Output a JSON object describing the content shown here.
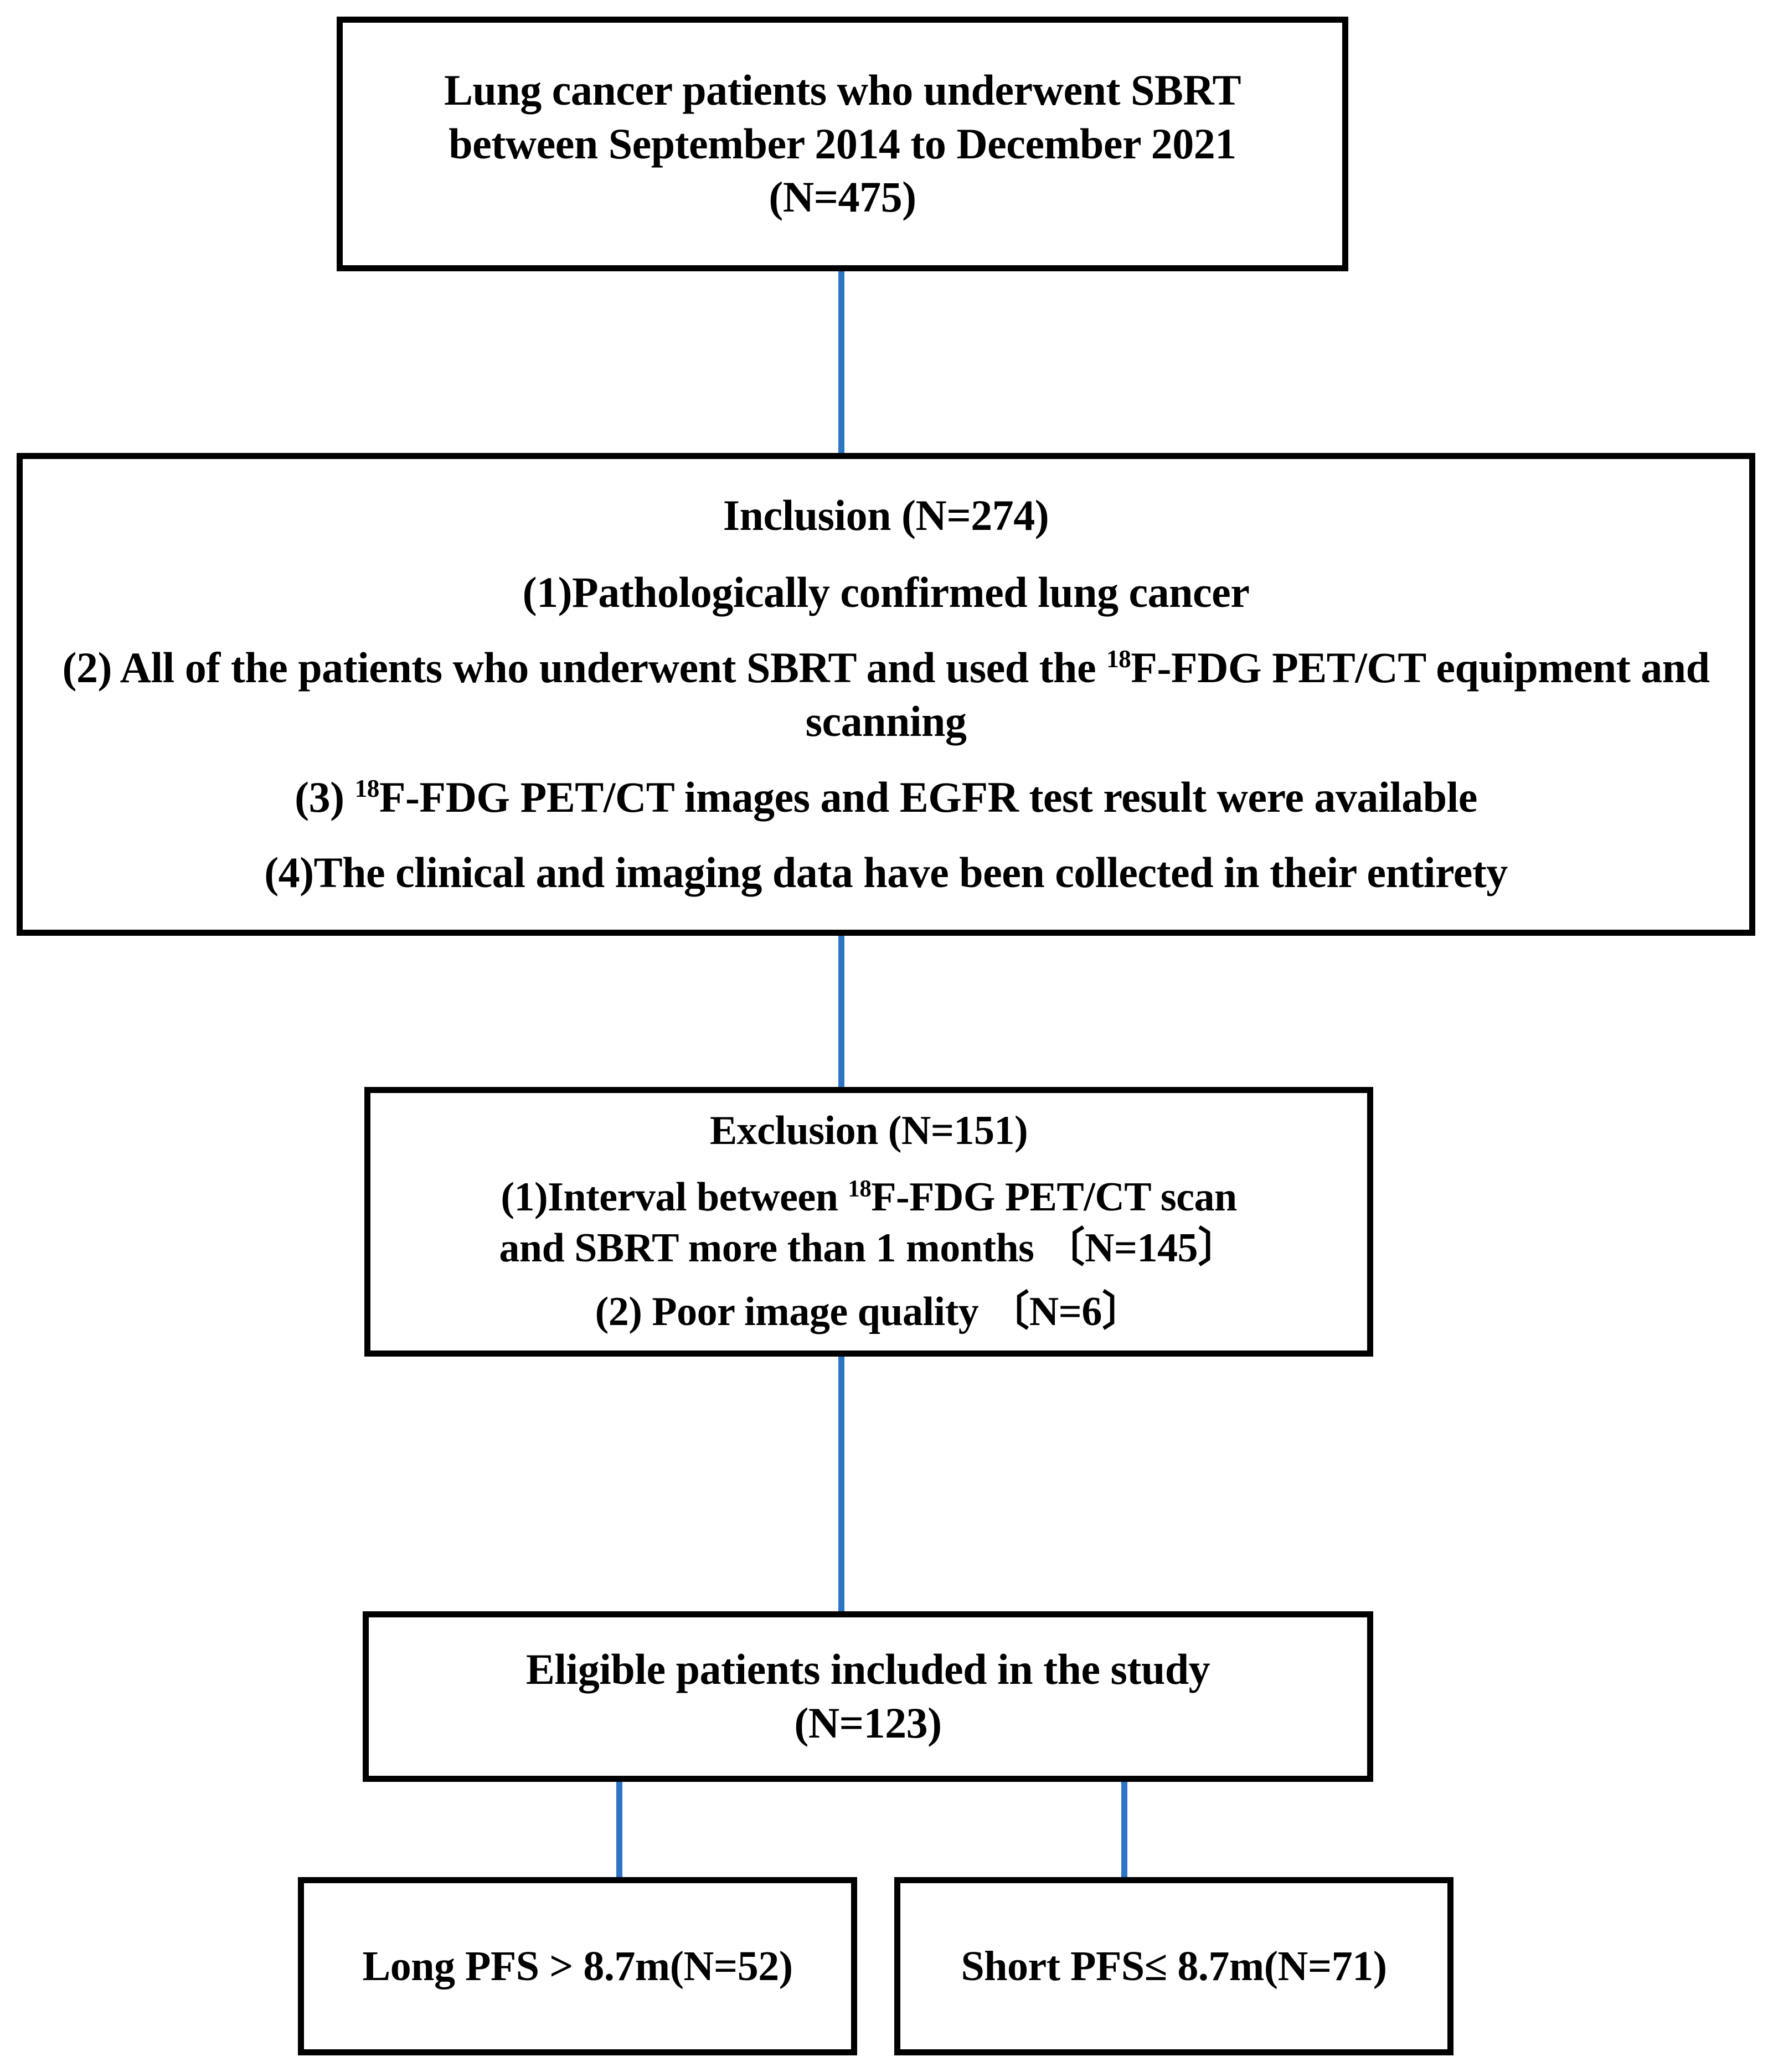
{
  "diagram": {
    "type": "study-flowchart",
    "accent_color": "#2E75C6",
    "border_color": "#000000",
    "background_color": "#FFFFFF"
  },
  "boxes": {
    "cohort": {
      "line1": "Lung cancer patients who underwent SBRT",
      "line2": "between September 2014 to December 2021",
      "line3": "(N=475)"
    },
    "inclusion": {
      "header": "Inclusion (N=274)",
      "criterion1": "(1)Pathologically confirmed lung cancer",
      "criterion2_pre": "(2) All of the patients who underwent SBRT and used the ",
      "criterion2_sup": "18",
      "criterion2_post": "F-FDG PET/CT equipment and scanning",
      "criterion3_pre": "(3) ",
      "criterion3_sup": "18",
      "criterion3_post": "F-FDG PET/CT images and EGFR test result were available",
      "criterion4": "(4)The clinical and imaging data have been collected in their entirety"
    },
    "exclusion": {
      "header": "Exclusion (N=151)",
      "criterion1_pre": "(1)Interval between ",
      "criterion1_sup": "18",
      "criterion1_post": "F-FDG PET/CT  scan",
      "criterion1_line2": "and SBRT more than 1 months 〔N=145〕",
      "criterion2": "(2) Poor image quality 〔N=6〕"
    },
    "eligible": {
      "line1": "Eligible patients included in the study",
      "line2": "(N=123)"
    },
    "long_pfs": {
      "label": "Long PFS > 8.7m(N=52)"
    },
    "short_pfs": {
      "label": "Short PFS≤ 8.7m(N=71)"
    }
  }
}
